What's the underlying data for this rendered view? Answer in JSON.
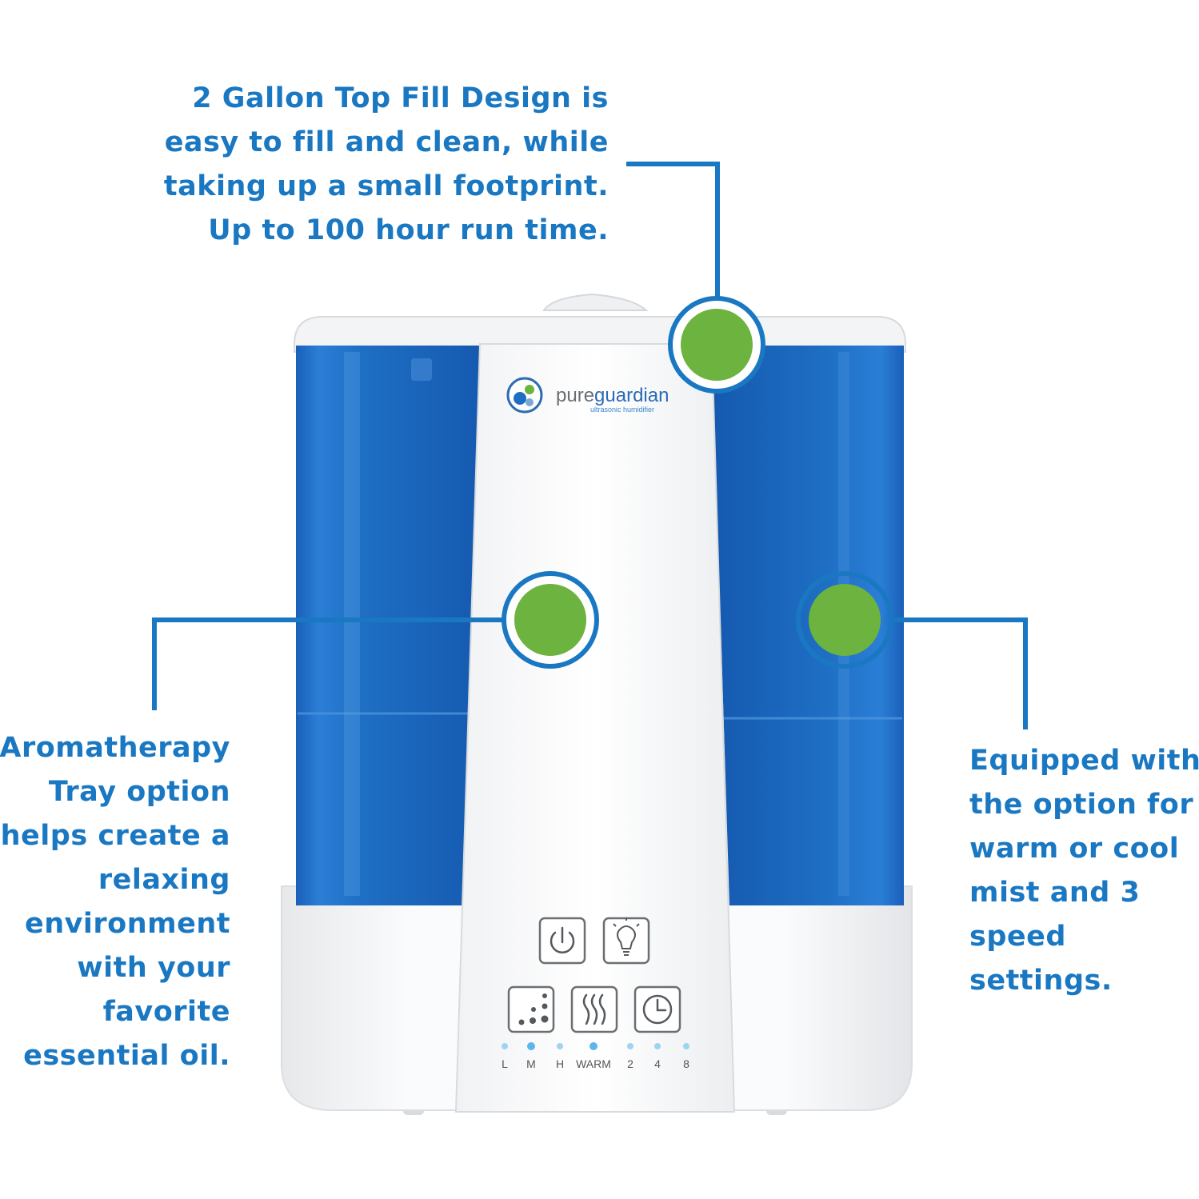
{
  "colors": {
    "accent_blue": "#1a78c2",
    "marker_green": "#6cb33f",
    "tank_blue": "#1e6fc4",
    "body_white": "#f7f8f9"
  },
  "callouts": {
    "top": {
      "lines": [
        "2 Gallon Top Fill Design is",
        "easy to fill and clean, while",
        "taking up a small footprint.",
        "Up to 100 hour run time."
      ]
    },
    "left": {
      "lines": [
        "Aromatherapy",
        "Tray option",
        "helps create a",
        "relaxing",
        "environment",
        "with your",
        "favorite",
        "essential oil."
      ]
    },
    "right": {
      "lines": [
        "Equipped with",
        "the option for",
        "warm or cool",
        "mist and 3",
        "speed",
        "settings."
      ]
    }
  },
  "product": {
    "brand_pure": "pure",
    "brand_guardian": "guardian",
    "brand_sub": "ultrasonic humidifier",
    "buttons": [
      {
        "name": "power",
        "icon": "power-icon"
      },
      {
        "name": "light",
        "icon": "lightbulb-icon"
      },
      {
        "name": "mist",
        "icon": "droplets-icon"
      },
      {
        "name": "warm",
        "icon": "heat-waves-icon"
      },
      {
        "name": "timer",
        "icon": "clock-icon"
      }
    ],
    "indicator_labels": [
      "L",
      "M",
      "H",
      "WARM",
      "2",
      "4",
      "8"
    ]
  }
}
